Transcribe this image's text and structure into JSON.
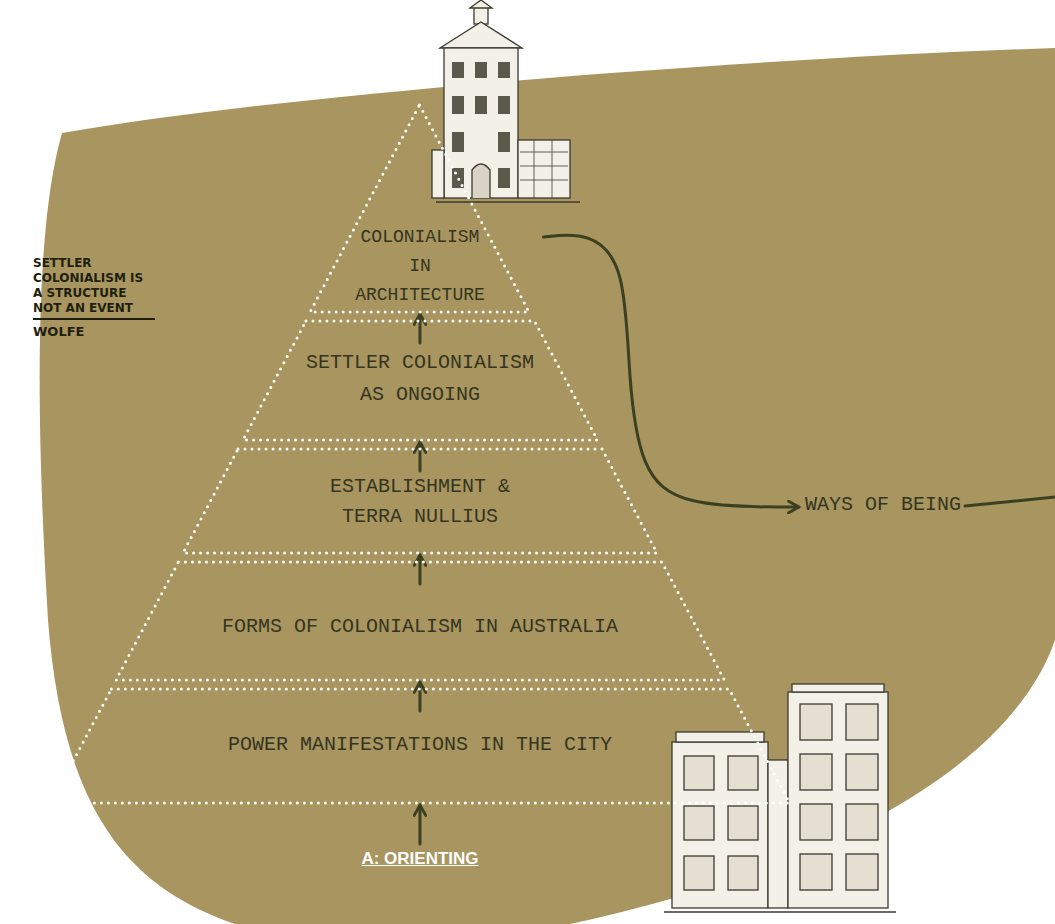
{
  "diagram": {
    "nodes": [
      {
        "text": [
          "COLONIALISM IN ARCHITECTURE"
        ]
      },
      {
        "text": [
          "SETTLER COLONIALISM AS ONGOING"
        ]
      },
      {
        "text": [
          "ESTABLISHMENT & TERRA NULLIUS"
        ]
      },
      {
        "text": [
          "FORMS OF COLONIALISM IN AUSTRALIA"
        ]
      },
      {
        "text": [
          "POWER MANIFESTATIONS IN THE CITY"
        ]
      },
      {
        "text": [
          "A: ORIENTING"
        ]
      },
      {
        "text": [
          "WAYS OF BEING"
        ]
      }
    ],
    "edges": [
      {
        "from": 5,
        "to": 4,
        "arrow": "to"
      },
      {
        "from": 4,
        "to": 3,
        "arrow": "to"
      },
      {
        "from": 3,
        "to": 2,
        "arrow": "to"
      },
      {
        "from": 2,
        "to": 1,
        "arrow": "to"
      },
      {
        "from": 1,
        "to": 0,
        "arrow": "to"
      },
      {
        "from": 0,
        "to": 6,
        "arrow": "to"
      }
    ],
    "labels": [
      "SETTLER COLONIALISM IS A STRUCTURE NOT AN EVENT",
      "WOLFE"
    ]
  }
}
